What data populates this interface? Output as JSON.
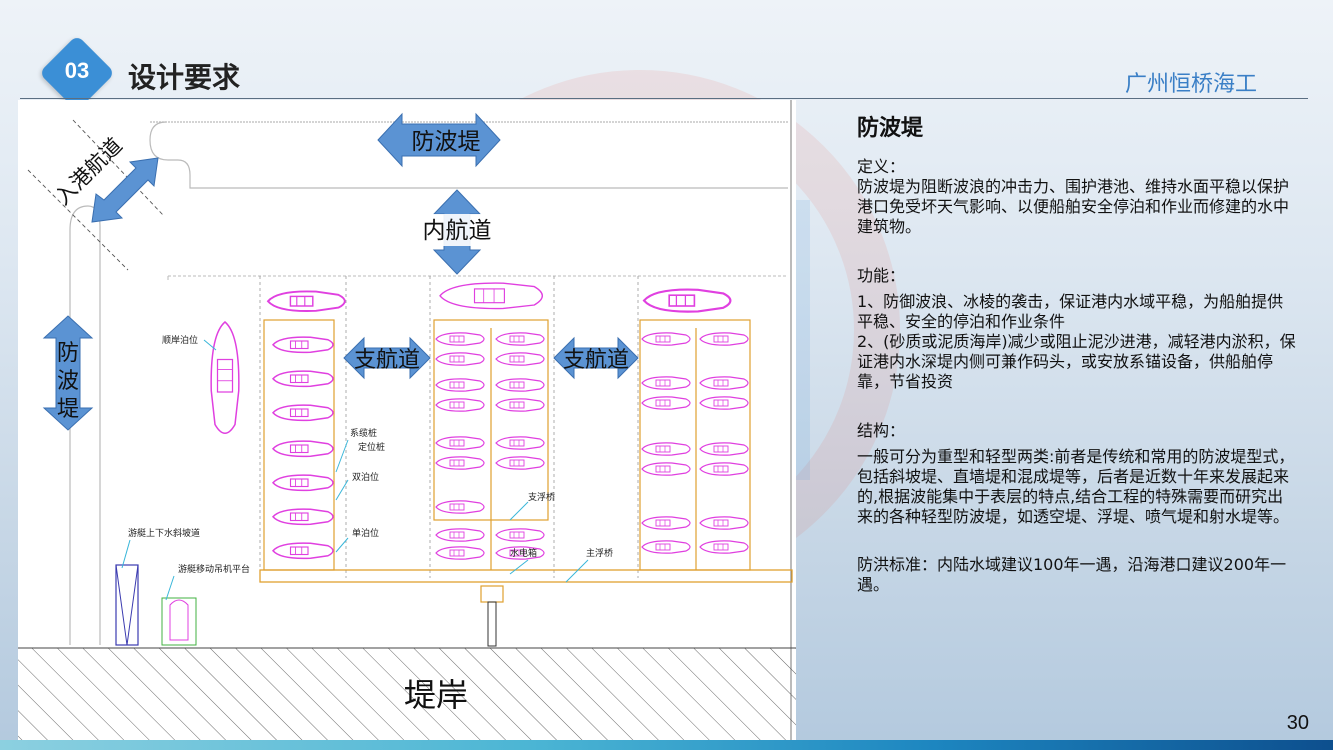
{
  "header": {
    "badge_number": "03",
    "title": "设计要求",
    "company": "广州恒桥海工"
  },
  "drawing": {
    "arrows": {
      "breakwater_top": "防波堤",
      "inner_channel": "内航道",
      "branch_channel_left": "支航道",
      "branch_channel_right": "支航道",
      "breakwater_left_1": "防",
      "breakwater_left_2": "波",
      "breakwater_left_3": "堤",
      "entry_channel": "入港航道"
    },
    "annotations": {
      "shore_berth": "顺岸泊位",
      "mooring_pile": "系缆桩",
      "positioning_pile": "定位桩",
      "double_berth": "双泊位",
      "single_berth": "单泊位",
      "support_bridge": "支浮桥",
      "water_power_box": "水电箱",
      "main_bridge": "主浮桥",
      "slipway": "游艇上下水斜坡道",
      "crane_platform": "游艇移动吊机平台"
    },
    "shore_label": "堤岸"
  },
  "panel": {
    "title": "防波堤",
    "definition_label": "定义：",
    "definition_text": "防波堤为阻断波浪的冲击力、围护港池、维持水面平稳以保护港口免受坏天气影响、以便船舶安全停泊和作业而修建的水中建筑物。",
    "function_label": "功能：",
    "function_1": "1、防御波浪、冰棱的袭击，保证港内水域平稳，为船舶提供平稳、安全的停泊和作业条件",
    "function_2": "2、(砂质或泥质海岸)减少或阻止泥沙进港，减轻港内淤积，保证港内水深堤内侧可兼作码头，或安放系锚设备，供船舶停靠，节省投资",
    "structure_label": "结构：",
    "structure_text": "一般可分为重型和轻型两类:前者是传统和常用的防波堤型式，包括斜坡堤、直墙堤和混成堤等，后者是近数十年来发展起来的,根据波能集中于表层的特点,结合工程的特殊需要而研究出来的各种轻型防波堤，如透空堤、浮堤、喷气堤和射水堤等。",
    "flood_standard": "防洪标准：内陆水域建议100年一遇，沿海港口建议200年一遇。"
  },
  "page_number": "30",
  "colors": {
    "arrow_fill": "#5b93d3",
    "boat_stroke": "#e040e0",
    "accent_blue": "#3a7fc6"
  }
}
